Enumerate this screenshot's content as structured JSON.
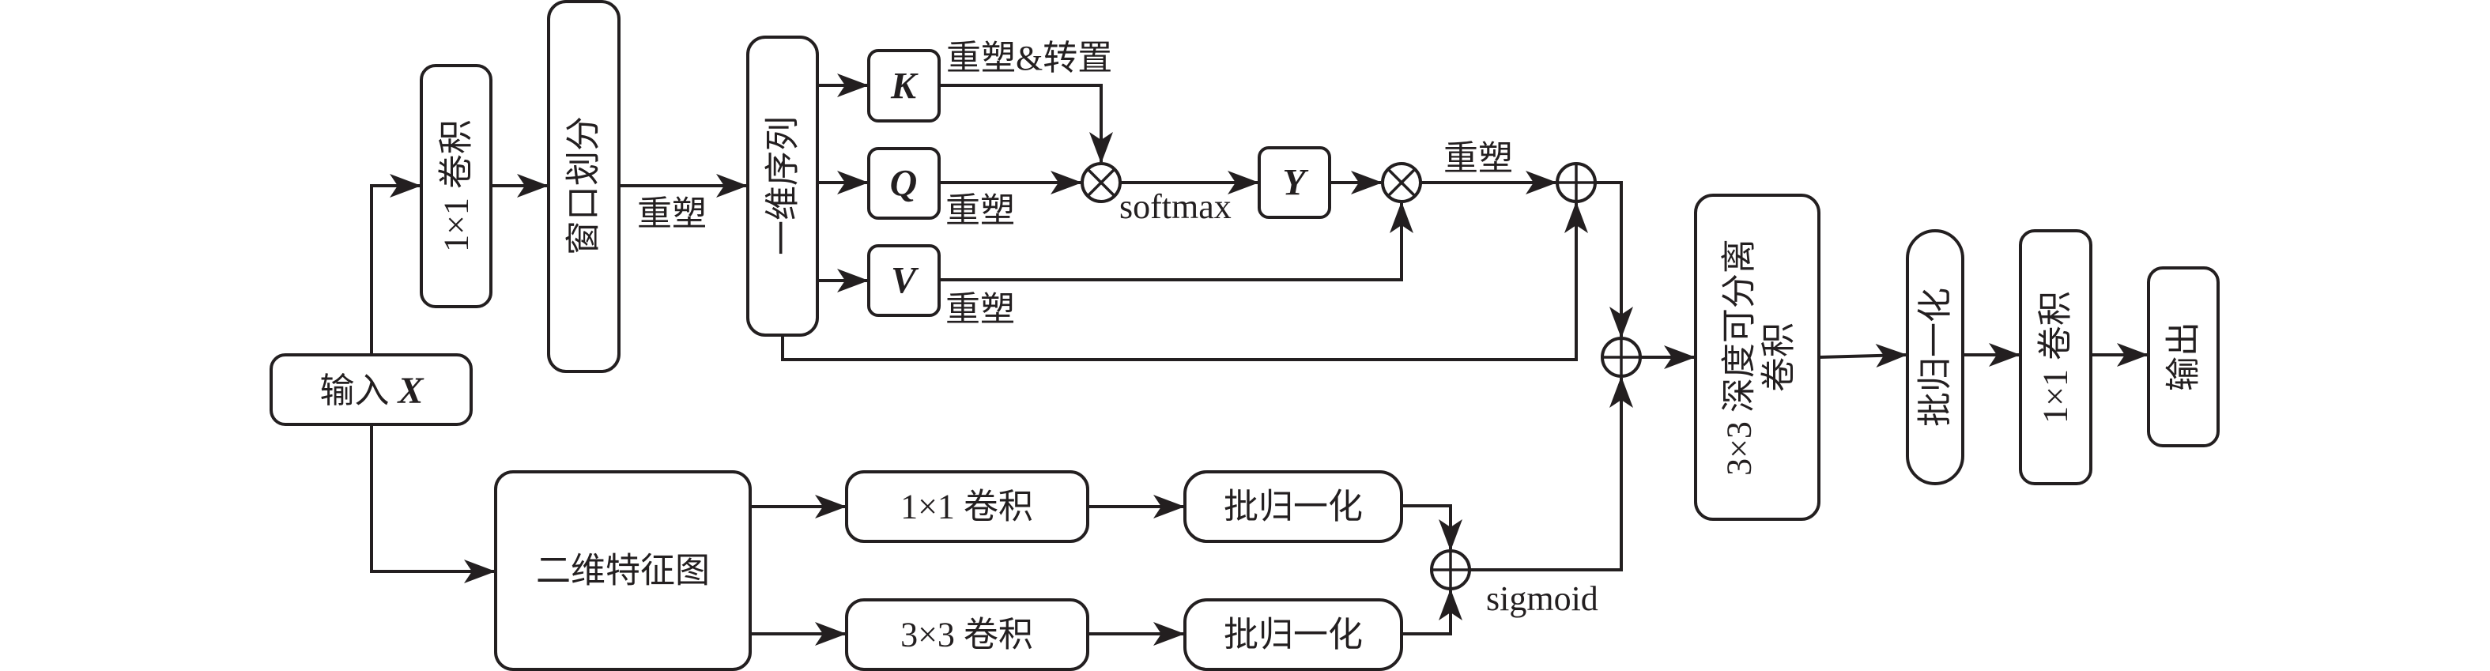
{
  "diagram": {
    "nodes": {
      "input": {
        "label": "输入 ",
        "var": "X"
      },
      "conv1x1_top": {
        "label": "1×1 卷积"
      },
      "window_partition": {
        "label": "窗口划分"
      },
      "seq_1d": {
        "label": "一维序列"
      },
      "k": {
        "label": "K"
      },
      "q": {
        "label": "Q"
      },
      "v": {
        "label": "V"
      },
      "y": {
        "label": "Y"
      },
      "feature_map_2d": {
        "label": "二维特征图"
      },
      "conv1x1_bottom": {
        "label": "1×1 卷积"
      },
      "conv3x3_bottom": {
        "label": "3×3 卷积"
      },
      "bn_upper": {
        "label": "批归一化"
      },
      "bn_lower": {
        "label": "批归一化"
      },
      "dwconv": {
        "line1": "3×3 深度可分离",
        "line2": "卷积"
      },
      "bn_right": {
        "label": "批归一化"
      },
      "conv1x1_right": {
        "label": "1×1 卷积"
      },
      "output": {
        "label": "输出"
      }
    },
    "edge_labels": {
      "reshape_after_window": "重塑",
      "reshape_transpose_k": "重塑&转置",
      "reshape_q": "重塑",
      "softmax": "softmax",
      "reshape_v": "重塑",
      "reshape_after_mult": "重塑",
      "sigmoid": "sigmoid"
    },
    "operators": {
      "multiply": "⊗",
      "add": "⊕"
    }
  }
}
